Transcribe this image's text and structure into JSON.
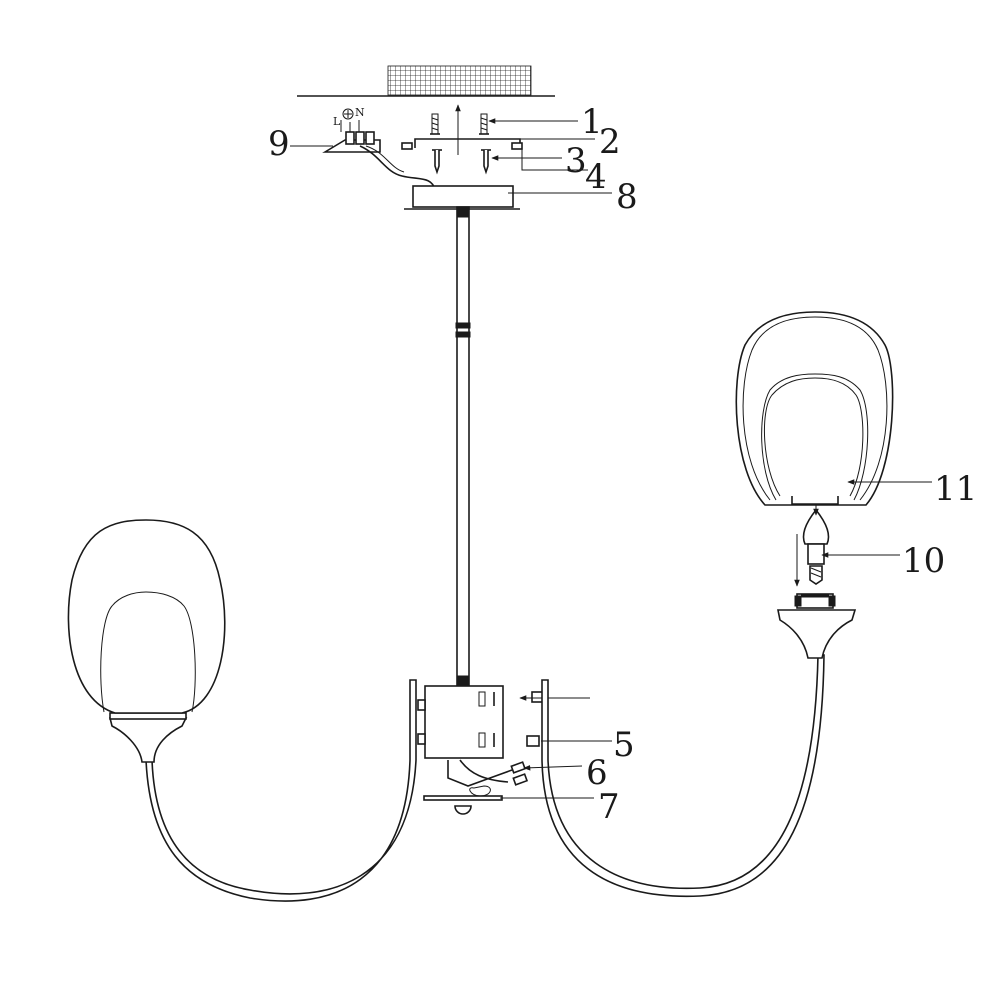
{
  "diagram": {
    "callouts": [
      {
        "id": "1",
        "label": "1"
      },
      {
        "id": "2",
        "label": "2"
      },
      {
        "id": "3",
        "label": "3"
      },
      {
        "id": "4",
        "label": "4"
      },
      {
        "id": "5",
        "label": "5"
      },
      {
        "id": "6",
        "label": "6"
      },
      {
        "id": "7",
        "label": "7"
      },
      {
        "id": "8",
        "label": "8"
      },
      {
        "id": "9",
        "label": "9"
      },
      {
        "id": "10",
        "label": "10"
      },
      {
        "id": "11",
        "label": "11"
      }
    ],
    "terminal_labels": {
      "live": "L",
      "neutral": "N"
    }
  }
}
